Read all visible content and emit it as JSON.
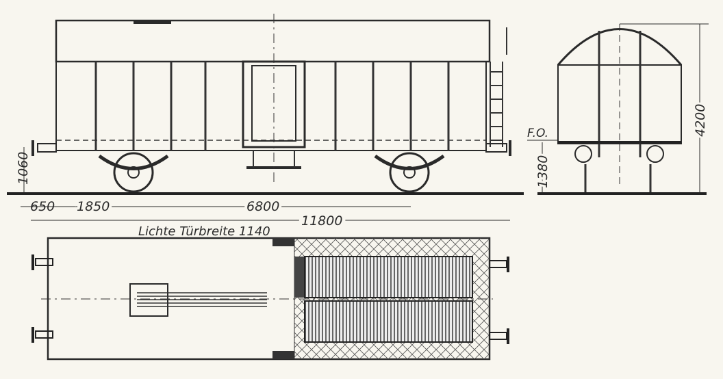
{
  "drawing": {
    "side_view": {
      "height_buffer": "1060",
      "overhang": "650",
      "bogie_offset": "1850",
      "bogie_spacing": "6800",
      "length_over_buffers": "11800"
    },
    "plan_view": {
      "door_width_label": "Lichte Türbreite 1140"
    },
    "end_view": {
      "floor_label": "F.O.",
      "floor_height": "1380",
      "total_height": "4200"
    }
  }
}
